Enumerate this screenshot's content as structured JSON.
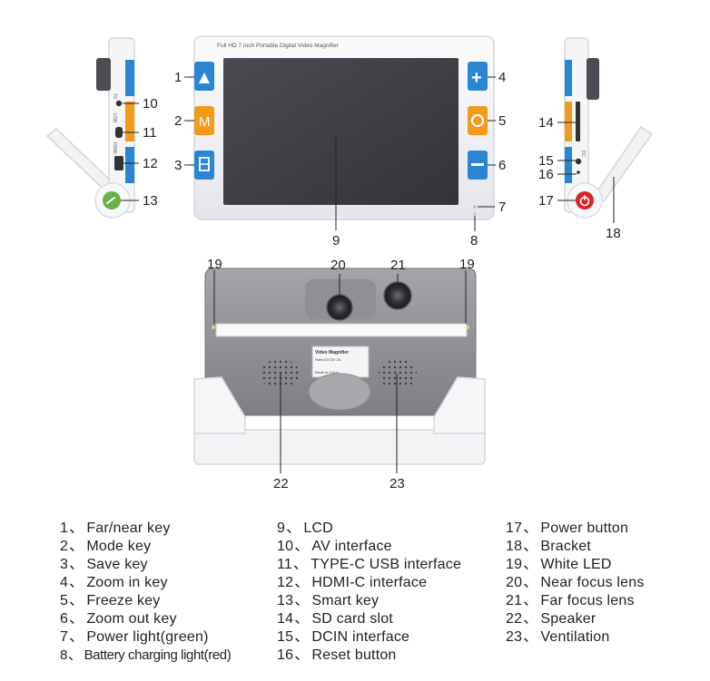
{
  "device_title": "Full HD 7 Inch Portable Digital Video Magnifier",
  "rear_label": {
    "heading": "Video Magnifier",
    "line1": "Rated:DC5V 2A",
    "line2": "Made in China"
  },
  "callout_numbers": {
    "n1": "1",
    "n2": "2",
    "n3": "3",
    "n4": "4",
    "n5": "5",
    "n6": "6",
    "n7": "7",
    "n8": "8",
    "n9": "9",
    "n10": "10",
    "n11": "11",
    "n12": "12",
    "n13": "13",
    "n14": "14",
    "n15": "15",
    "n16": "16",
    "n17": "17",
    "n18": "18",
    "n19a": "19",
    "n19b": "19",
    "n20": "20",
    "n21": "21",
    "n22": "22",
    "n23": "23"
  },
  "key_glyphs": {
    "mode": "M",
    "zoom_in": "+"
  },
  "side_port_labels": {
    "tv": "TV",
    "usb": "USB",
    "hdmi": "HDMI",
    "dc": "DC"
  },
  "legend": {
    "separator": "、",
    "col1": [
      {
        "n": "1",
        "label": "Far/near key"
      },
      {
        "n": "2",
        "label": "Mode key"
      },
      {
        "n": "3",
        "label": "Save key"
      },
      {
        "n": "4",
        "label": "Zoom in key"
      },
      {
        "n": "5",
        "label": "Freeze key"
      },
      {
        "n": "6",
        "label": "Zoom out key"
      },
      {
        "n": "7",
        "label": "Power light(green)"
      },
      {
        "n": "8",
        "label": "Battery charging light(red)"
      }
    ],
    "col2": [
      {
        "n": "9",
        "label": "LCD"
      },
      {
        "n": "10",
        "label": "AV interface"
      },
      {
        "n": "11",
        "label": "TYPE-C USB interface"
      },
      {
        "n": "12",
        "label": "HDMI-C  interface"
      },
      {
        "n": "13",
        "label": "Smart key"
      },
      {
        "n": "14",
        "label": "SD  card slot"
      },
      {
        "n": "15",
        "label": "DCIN  interface"
      },
      {
        "n": "16",
        "label": "Reset button"
      }
    ],
    "col3": [
      {
        "n": "17",
        "label": "Power button"
      },
      {
        "n": "18",
        "label": "Bracket"
      },
      {
        "n": "19",
        "label": "White LED"
      },
      {
        "n": "20",
        "label": "Near focus lens"
      },
      {
        "n": "21",
        "label": "Far focus lens"
      },
      {
        "n": "22",
        "label": "Speaker"
      },
      {
        "n": "23",
        "label": "Ventilation"
      }
    ]
  },
  "colors": {
    "key_blue": "#2a86d4",
    "key_orange": "#f29a1c",
    "screen": "#3d3e45",
    "body_white": "#f3f4f6",
    "rear_gray": "#8a8c90",
    "smart_key_green": "#6ab04c",
    "power_red": "#d8242a"
  }
}
